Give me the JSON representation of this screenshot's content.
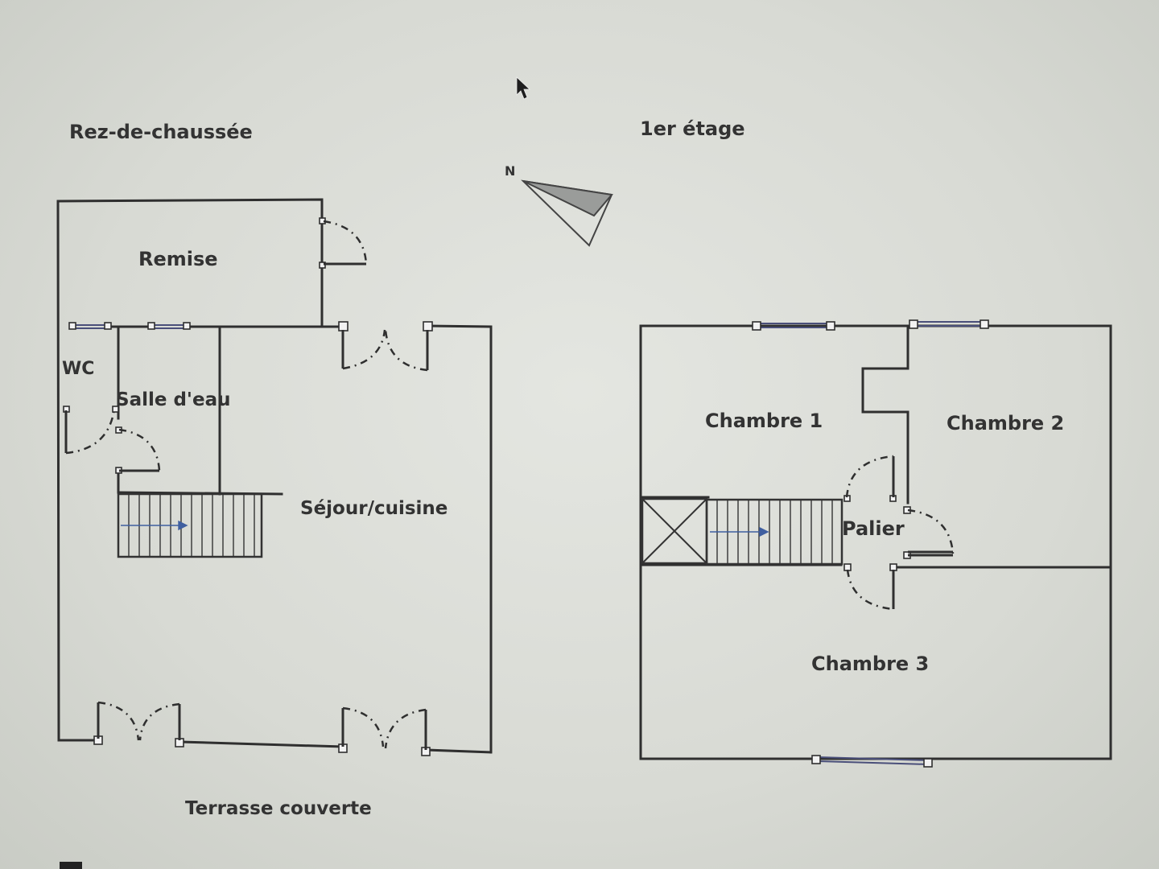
{
  "titles": {
    "ground_floor": "Rez-de-chaussée",
    "first_floor": "1er étage"
  },
  "compass": {
    "label": "N"
  },
  "ground_floor": {
    "rooms": {
      "remise": "Remise",
      "wc": "WC",
      "salle_eau": "Salle d'eau",
      "sejour": "Séjour/cuisine"
    },
    "outside": "Terrasse couverte"
  },
  "first_floor": {
    "rooms": {
      "chambre1": "Chambre 1",
      "chambre2": "Chambre 2",
      "palier": "Palier",
      "chambre3": "Chambre 3"
    }
  },
  "colors": {
    "wall": "#2f2f2f",
    "window": "#4a4f7a",
    "stair_arrow": "#3f5fa0",
    "paper": "#dfe1dc"
  }
}
